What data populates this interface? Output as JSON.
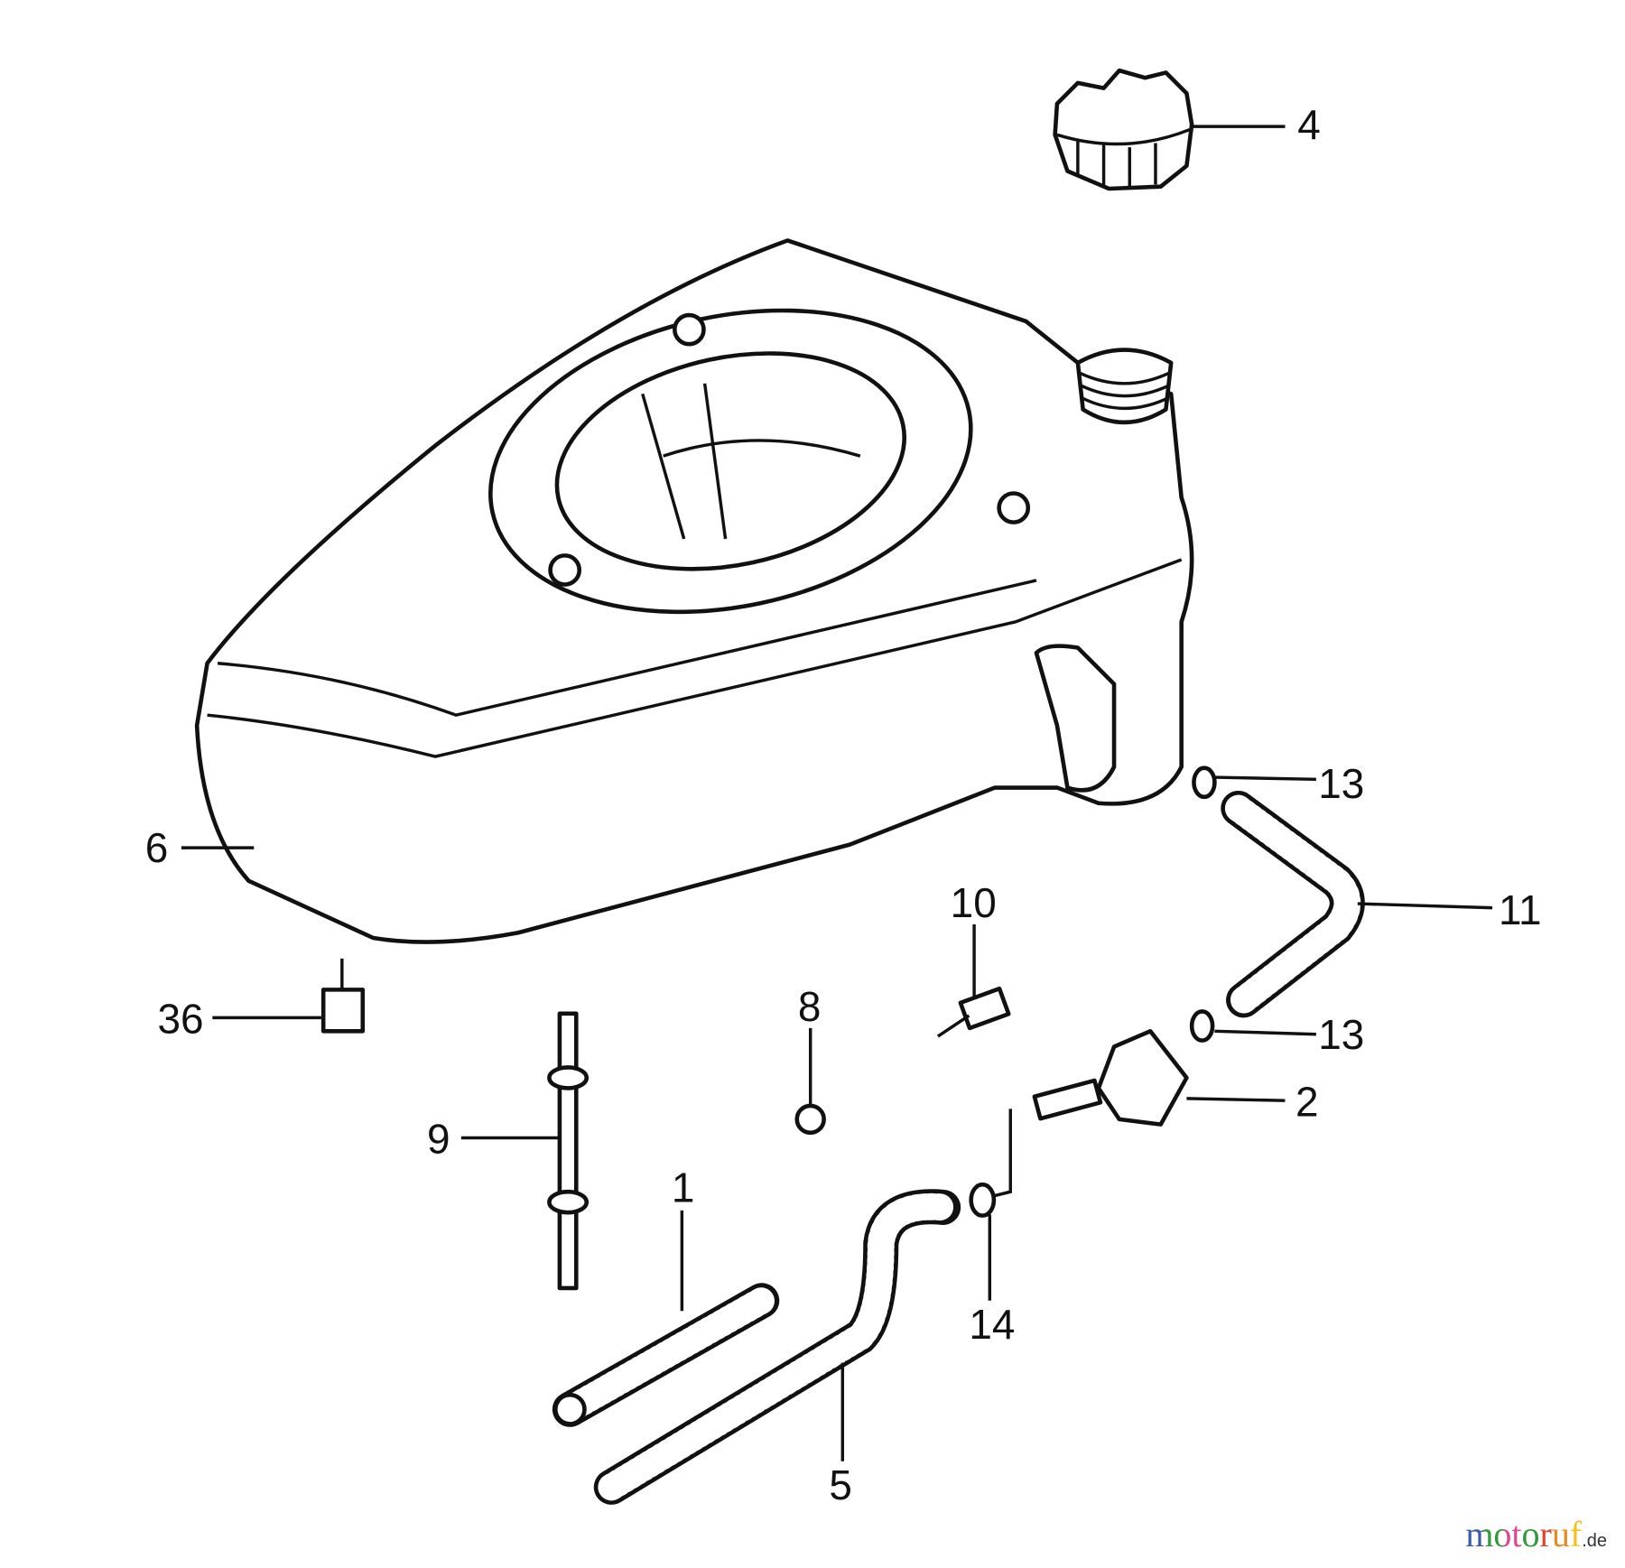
{
  "diagram": {
    "labels": {
      "p4": "4",
      "p6": "6",
      "p13a": "13",
      "p11": "11",
      "p10": "10",
      "p13b": "13",
      "p2": "2",
      "p36": "36",
      "p8": "8",
      "p9": "9",
      "p1": "1",
      "p14": "14",
      "p5": "5"
    }
  },
  "watermark": {
    "brand": "motoruf",
    "tld": ".de"
  },
  "colors": {
    "m": "#3b5ca8",
    "o1": "#2f9a3c",
    "t": "#e0458f",
    "o2": "#2f9a3c",
    "r": "#e0452c",
    "u": "#e88a1c",
    "f": "#f2c21a"
  }
}
